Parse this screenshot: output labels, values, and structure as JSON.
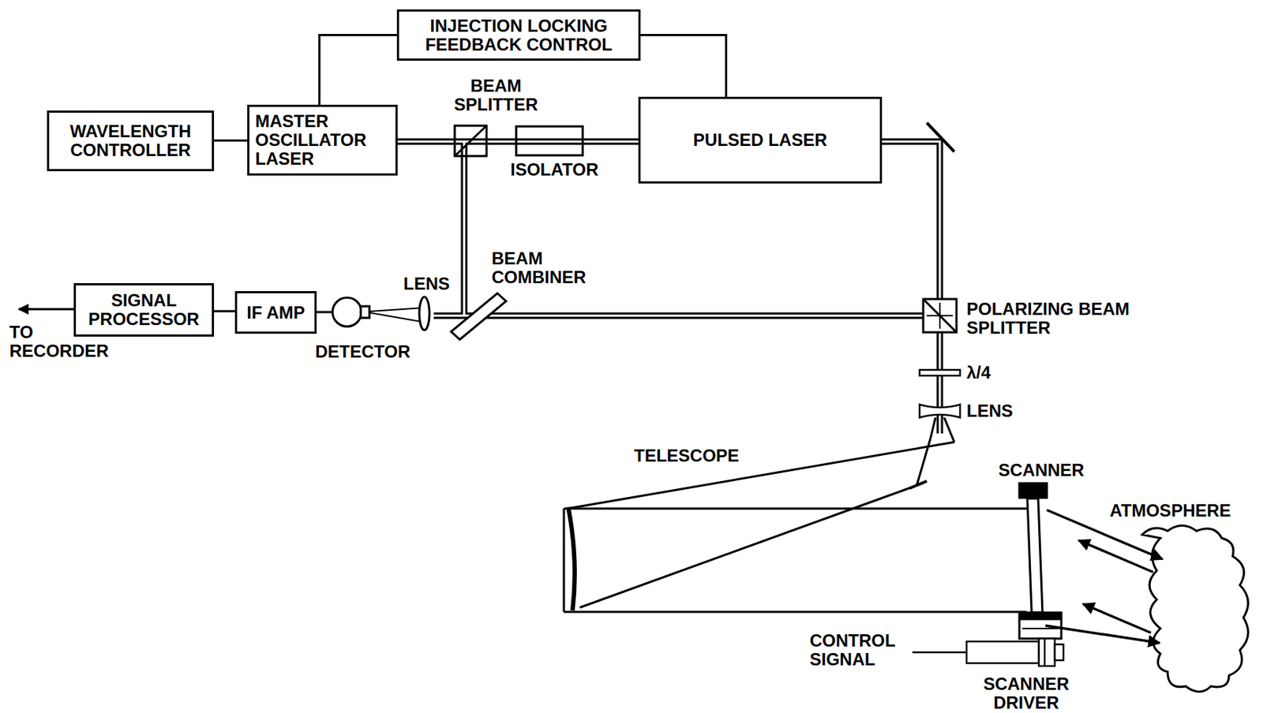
{
  "diagram": {
    "nodes": [
      {
        "text": [
          "WAVELENGTH CONTROLLER"
        ]
      },
      {
        "text": [
          "MASTER OSCILLATOR LASER"
        ]
      },
      {
        "text": [
          "INJECTION LOCKING FEEDBACK CONTROL"
        ]
      },
      {
        "text": [
          "PULSED LASER"
        ]
      },
      {
        "text": [
          "SIGNAL PROCESSOR"
        ]
      },
      {
        "text": [
          "IF AMP"
        ]
      }
    ],
    "edges": [
      {
        "from": 0,
        "to": 1,
        "arrow": "none"
      },
      {
        "from": 2,
        "to": 1,
        "arrow": "none"
      },
      {
        "from": 2,
        "to": 3,
        "arrow": "none"
      },
      {
        "from": 5,
        "to": 4,
        "arrow": "none"
      }
    ],
    "labels": [
      "BEAM SPLITTER",
      "ISOLATOR",
      "LENS",
      "BEAM COMBINER",
      "DETECTOR",
      "POLARIZING BEAM SPLITTER",
      "λ/4",
      "LENS",
      "TELESCOPE",
      "SCANNER",
      "ATMOSPHERE",
      "CONTROL SIGNAL",
      "SCANNER DRIVER",
      "TO RECORDER"
    ]
  }
}
